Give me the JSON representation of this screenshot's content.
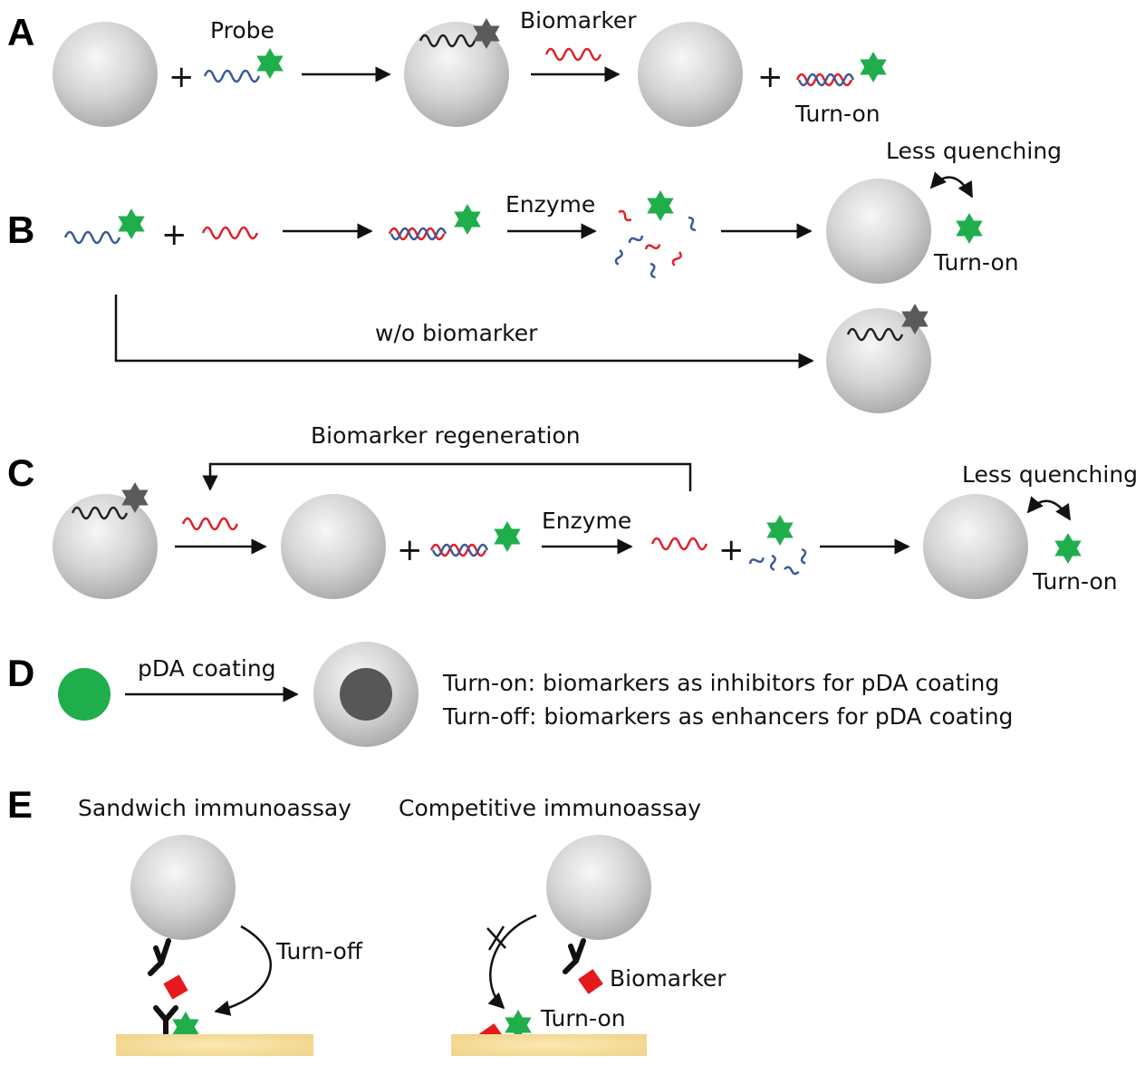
{
  "panels": {
    "A": {
      "letter": "A",
      "probe": "Probe",
      "biomarker": "Biomarker",
      "plus1": "+",
      "plus2": "+",
      "turn_on": "Turn-on"
    },
    "B": {
      "letter": "B",
      "plus": "+",
      "enzyme": "Enzyme",
      "less_quenching": "Less quenching",
      "turn_on": "Turn-on",
      "wo_biomarker": "w/o biomarker"
    },
    "C": {
      "letter": "C",
      "regeneration": "Biomarker regeneration",
      "plus1": "+",
      "plus2": "+",
      "enzyme": "Enzyme",
      "less_quenching": "Less quenching",
      "turn_on": "Turn-on"
    },
    "D": {
      "letter": "D",
      "pda_coating": "pDA coating",
      "turn_on_line": "Turn-on: biomarkers as inhibitors for pDA coating",
      "turn_off_line": "Turn-off: biomarkers as enhancers for pDA coating"
    },
    "E": {
      "letter": "E",
      "sandwich": "Sandwich immunoassay",
      "competitive": "Competitive immunoassay",
      "turn_off": "Turn-off",
      "biomarker": "Biomarker",
      "turn_on": "Turn-on"
    }
  },
  "colors": {
    "fluorophore_on": "#1fae4b",
    "fluorophore_quenched": "#5a5a5a",
    "probe_strand": "#3a5a98",
    "target_strand": "#e0202a",
    "adsorbed_strand": "#222222",
    "nanoparticle": "#d6d6d6",
    "pda_core": "#575757",
    "antigen": "#e41a1c",
    "substrate": "#f3d88a"
  }
}
